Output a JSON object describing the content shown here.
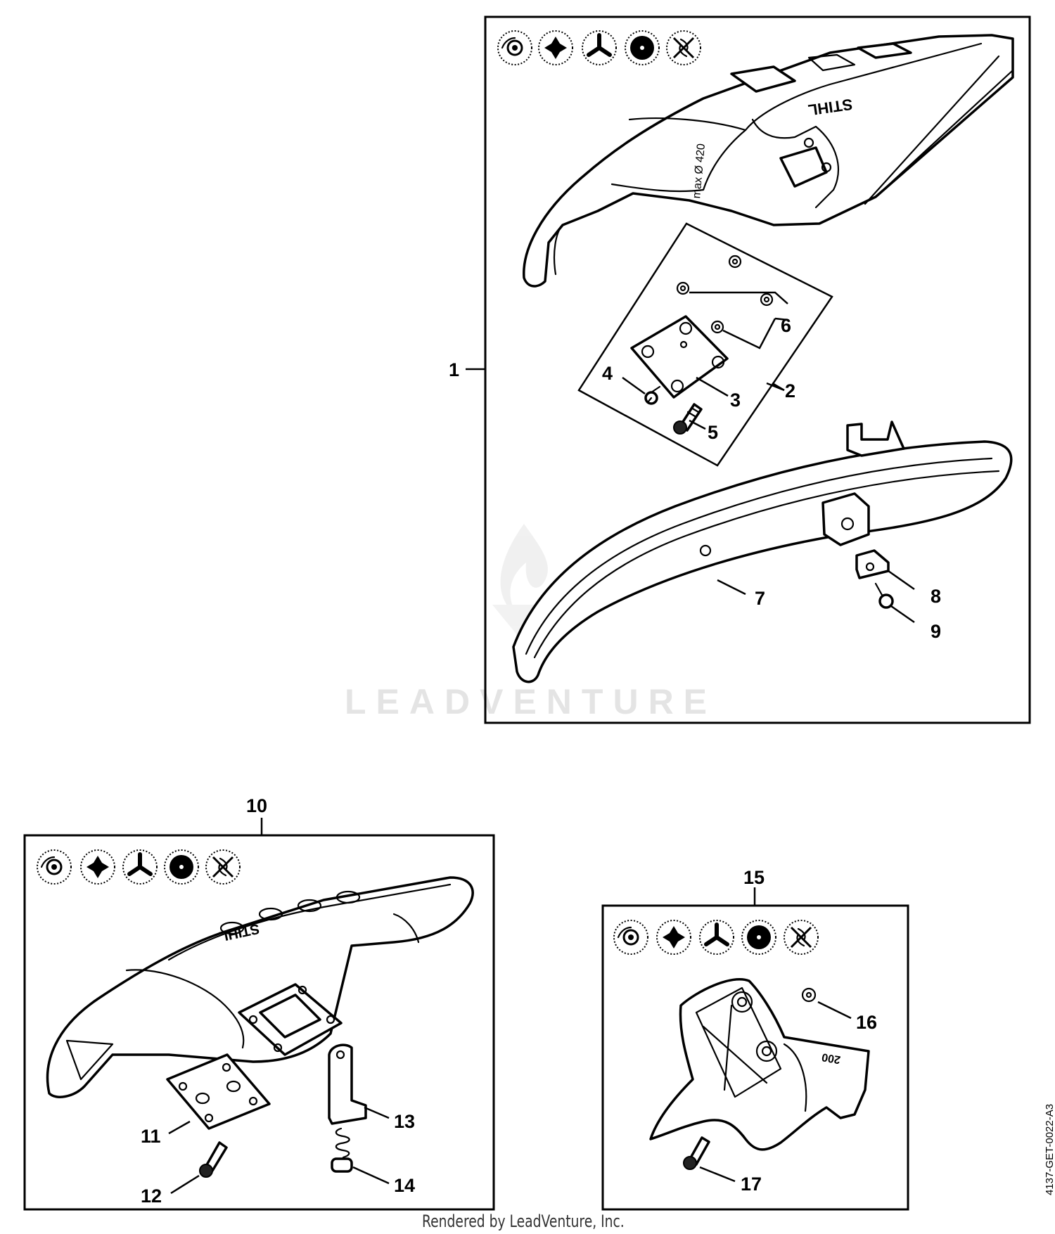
{
  "diagram": {
    "watermark": "LEADVENTURE",
    "footer": "Rendered by LeadVenture, Inc.",
    "doc_id": "4137-GET-0022-A3",
    "logo_text": "STIHL",
    "deflector_marking": "max Ø 420",
    "shield_marking": "200",
    "callouts": {
      "c1": "1",
      "c2": "2",
      "c3": "3",
      "c4": "4",
      "c5": "5",
      "c6": "6",
      "c7": "7",
      "c8": "8",
      "c9": "9",
      "c10": "10",
      "c11": "11",
      "c12": "12",
      "c13": "13",
      "c14": "14",
      "c15": "15",
      "c16": "16",
      "c17": "17"
    },
    "tool_icons": [
      "mowing-head-icon",
      "plastic-blade-icon",
      "grass-cutting-blade-icon",
      "circular-saw-blade-icon",
      "brush-knife-icon"
    ]
  }
}
